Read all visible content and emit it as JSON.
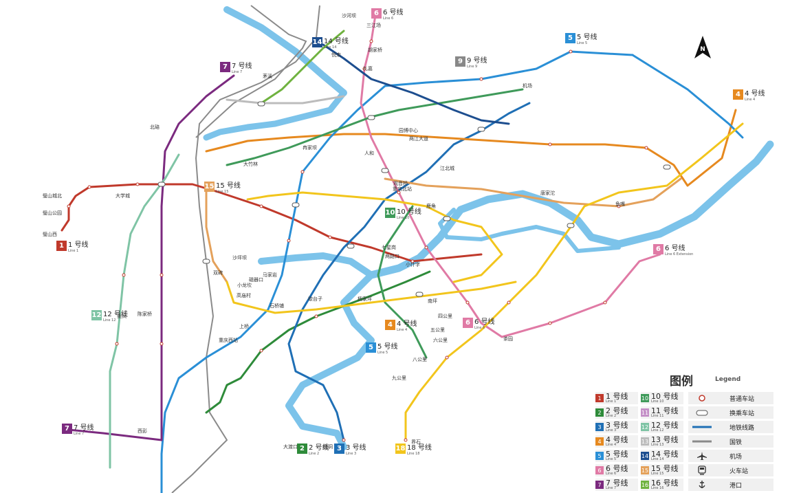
{
  "title_cn": "图例",
  "title_en": "Legend",
  "north_label": "N",
  "lines": [
    {
      "id": "1",
      "cn": "1 号线",
      "en": "Line 1",
      "color": "#c0392b"
    },
    {
      "id": "2",
      "cn": "2 号线",
      "en": "Line 2",
      "color": "#2e8b3a"
    },
    {
      "id": "3",
      "cn": "3 号线",
      "en": "Line 3",
      "color": "#1f6fb5"
    },
    {
      "id": "4",
      "cn": "4 号线",
      "en": "Line 4",
      "color": "#e6891f"
    },
    {
      "id": "5",
      "cn": "5 号线",
      "en": "Line 5",
      "color": "#2a8fd6"
    },
    {
      "id": "6",
      "cn": "6 号线",
      "en": "Line 6",
      "color": "#e07aa5"
    },
    {
      "id": "7",
      "cn": "7 号线",
      "en": "Line 7",
      "color": "#7b2a7f"
    },
    {
      "id": "10",
      "cn": "10 号线",
      "en": "Line 10",
      "color": "#3f9a5a"
    },
    {
      "id": "11",
      "cn": "11 号线",
      "en": "Line 11",
      "color": "#c490c7"
    },
    {
      "id": "12",
      "cn": "12 号线",
      "en": "Line 12",
      "color": "#7fc4a5"
    },
    {
      "id": "13",
      "cn": "13 号线",
      "en": "Line 13",
      "color": "#bcbcbc"
    },
    {
      "id": "14",
      "cn": "14 号线",
      "en": "Line 14",
      "color": "#1d4e8f"
    },
    {
      "id": "15",
      "cn": "15 号线",
      "en": "Line 15",
      "color": "#e4a15b"
    },
    {
      "id": "16",
      "cn": "16 号线",
      "en": "Line 16",
      "color": "#6fb23f"
    },
    {
      "id": "18",
      "cn": "18 号线",
      "en": "Line 18",
      "color": "#f2c51c"
    }
  ],
  "legend_symbols": [
    {
      "icon": "station-icon",
      "label": "普通车站"
    },
    {
      "icon": "transfer-icon",
      "label": "换乘车站"
    },
    {
      "icon": "metro-line-icon",
      "label": "地铁线路"
    },
    {
      "icon": "railway-icon",
      "label": "国铁"
    },
    {
      "icon": "airport-icon",
      "label": "机场"
    },
    {
      "icon": "train-station-icon",
      "label": "火车站"
    },
    {
      "icon": "port-icon",
      "label": "港口"
    }
  ],
  "map_badges": [
    {
      "line": "1",
      "cn": "1 号线",
      "en": "Line 1"
    },
    {
      "line": "2",
      "cn": "2 号线",
      "en": "Line 2"
    },
    {
      "line": "3",
      "cn": "3 号线",
      "en": "Line 3"
    },
    {
      "line": "4",
      "cn": "4 号线",
      "en": "Line 4"
    },
    {
      "line": "4b",
      "cn": "4 号线",
      "en": "Line 4"
    },
    {
      "line": "5",
      "cn": "5 号线",
      "en": "Line 5"
    },
    {
      "line": "5b",
      "cn": "5 号线",
      "en": "Line 5"
    },
    {
      "line": "6",
      "cn": "6 号线",
      "en": "Line 6"
    },
    {
      "line": "6b",
      "cn": "6 号线",
      "en": "Line 6"
    },
    {
      "line": "6c",
      "cn": "6 号线",
      "en": "Line 6 Extension"
    },
    {
      "line": "7",
      "cn": "7 号线",
      "en": "Line 7"
    },
    {
      "line": "7b",
      "cn": "7 号线",
      "en": "Line 7"
    },
    {
      "line": "9",
      "cn": "9 号线",
      "en": "Line 9"
    },
    {
      "line": "10",
      "cn": "10 号线",
      "en": "Line 10"
    },
    {
      "line": "12",
      "cn": "12 号线",
      "en": "Line 12"
    },
    {
      "line": "14",
      "cn": "14 号线",
      "en": "Line 14"
    },
    {
      "line": "15",
      "cn": "15 号线",
      "en": "Line 15"
    },
    {
      "line": "18",
      "cn": "18 号线",
      "en": "Line 18"
    }
  ],
  "station_labels": [
    "沙河坝",
    "三江场",
    "胡家桥",
    "大竹林",
    "茅溪",
    "两路口",
    "小什字",
    "七星岗",
    "沙坪坝",
    "杨家坪",
    "大学城",
    "鱼洞",
    "璧山城北",
    "璧山公园",
    "璧山西",
    "北碚",
    "大渡口",
    "南坪",
    "悦来",
    "礼嘉",
    "冉家坝",
    "观音桥",
    "江北城",
    "唐家沱",
    "鱼嘴",
    "茶园",
    "界石",
    "西彭",
    "金凤",
    "陈家桥",
    "人和",
    "园博中心",
    "两江大道",
    "机场",
    "鹿角",
    "四公里",
    "五公里",
    "六公里",
    "八公里",
    "九公里",
    "歇台子",
    "石桥铺",
    "高庙村",
    "马家岩",
    "小龙坎",
    "双碑",
    "磁器口",
    "上桥",
    "重庆西站",
    "重庆北站"
  ]
}
